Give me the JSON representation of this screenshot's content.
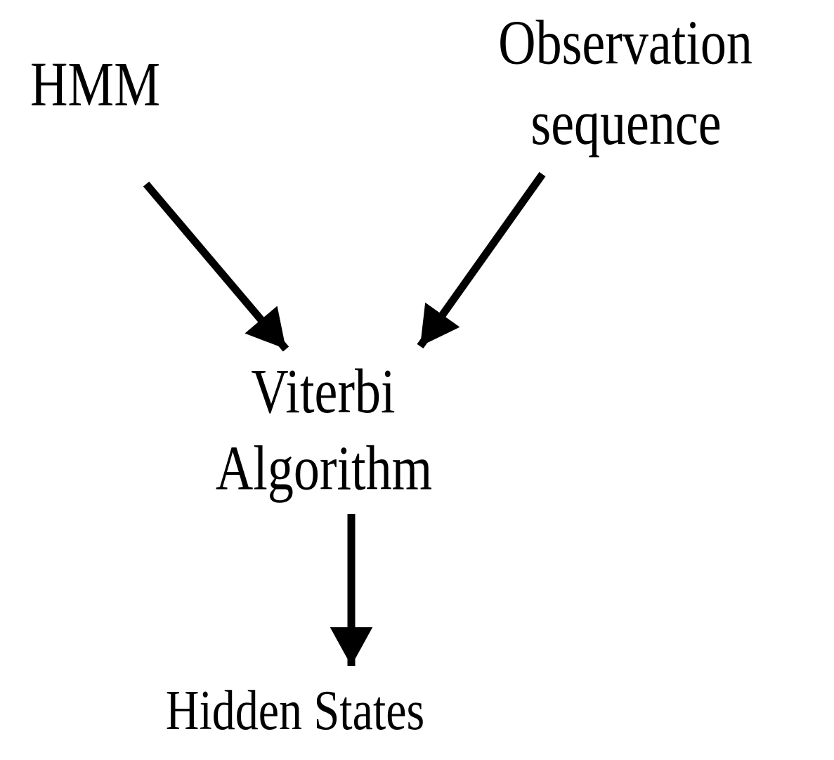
{
  "diagram": {
    "background_color": "#ffffff",
    "ink_color": "#000000",
    "nodes": [
      {
        "id": "hmm",
        "label": "HMM"
      },
      {
        "id": "observation-sequence",
        "label": "Observation sequence",
        "lines": [
          "Observation",
          "sequence"
        ]
      },
      {
        "id": "viterbi-algorithm",
        "label": "Viterbi Algorithm",
        "lines": [
          "Viterbi",
          "Algorithm"
        ]
      },
      {
        "id": "hidden-states",
        "label": "Hidden States"
      }
    ],
    "edges": [
      {
        "from": "HMM",
        "to": "Viterbi Algorithm"
      },
      {
        "from": "Observation sequence",
        "to": "Viterbi Algorithm"
      },
      {
        "from": "Viterbi Algorithm",
        "to": "Hidden States"
      }
    ]
  }
}
